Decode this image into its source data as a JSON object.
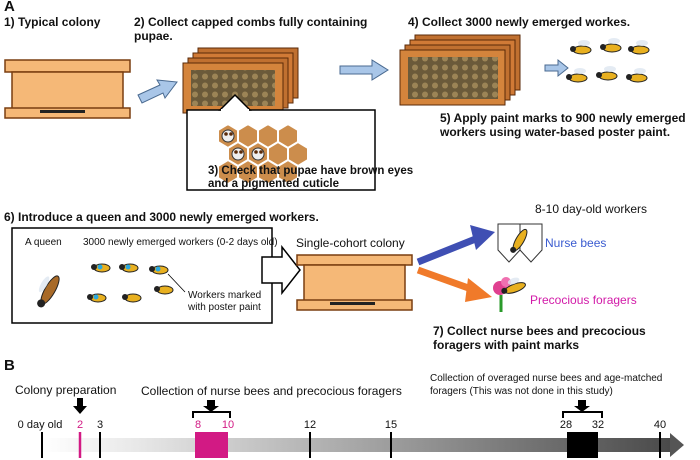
{
  "panel_a": {
    "letter": "A",
    "step1": "1) Typical colony",
    "step2_line1": "2) Collect capped combs fully containing",
    "step2_line2": "pupae.",
    "step3_line1": "3) Check that pupae have brown eyes",
    "step3_line2": "and a pigmented cuticle",
    "step4": "4) Collect 3000 newly emerged workes.",
    "step5_line1": "5) Apply paint marks to 900 newly emerged",
    "step5_line2": "workers using water-based poster paint.",
    "step6": "6) Introduce a queen and 3000 newly emerged workers.",
    "queen_label": "A queen",
    "workers_label": "3000 newly emerged workers (0-2 days old)",
    "marked_line1": "Workers marked",
    "marked_line2": "with poster paint",
    "single_cohort": "Single-cohort colony",
    "age_label": "8-10 day-old workers",
    "nurse_bees": "Nurse bees",
    "precocious_foragers": "Precocious foragers",
    "step7_line1": "7) Collect nurse bees and precocious",
    "step7_line2": "foragers with paint marks"
  },
  "panel_b": {
    "letter": "B",
    "colony_prep": "Colony preparation",
    "collection_nurse": "Collection of nurse bees and precocious foragers",
    "collection_over_line1": "Collection of overaged nurse bees and age-matched",
    "collection_over_line2": "foragers (This was not done in this study)",
    "tick_0": "0 day old",
    "tick_2": "2",
    "tick_3": "3",
    "tick_8": "8",
    "tick_10": "10",
    "tick_12": "12",
    "tick_15": "15",
    "tick_28": "28",
    "tick_32": "32",
    "tick_40": "40"
  },
  "colors": {
    "hive_orange": "#f5b877",
    "hive_border": "#7a3e10",
    "arrow_light_blue": "#a9c6e8",
    "arrow_blue": "#3f4fb3",
    "arrow_orange": "#f07a2a",
    "magenta": "#d21a84",
    "nurse_text": "#3a5bd0",
    "forager_text": "#d21aa8"
  }
}
